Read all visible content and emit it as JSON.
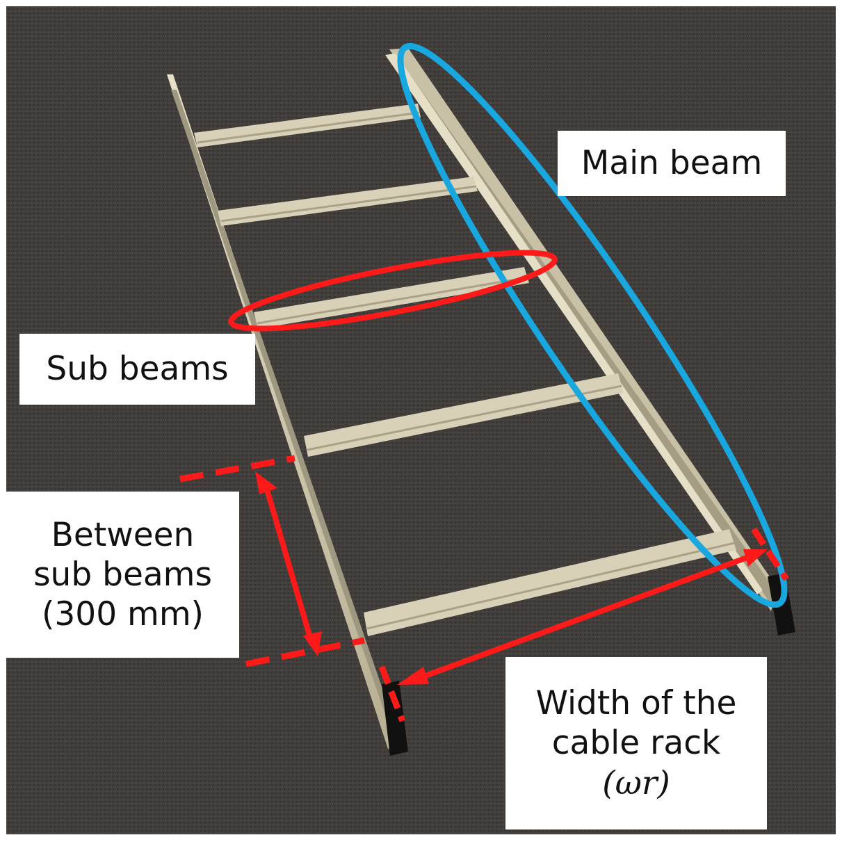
{
  "labels": {
    "main_beam": "Main beam",
    "sub_beams": "Sub beams",
    "between_line1": "Between",
    "between_line2": "sub beams",
    "between_line3": "(300 mm)",
    "width_line1": "Width of the",
    "width_line2": "cable rack",
    "width_line3": "(ωr)"
  },
  "colors": {
    "carpet": "#3f3c3a",
    "rack": "#d6cfb4",
    "main_beam_highlight": "#19a7e0",
    "sub_beam_highlight": "#ff1a1a",
    "dimension_marker": "#ff1a1a"
  }
}
